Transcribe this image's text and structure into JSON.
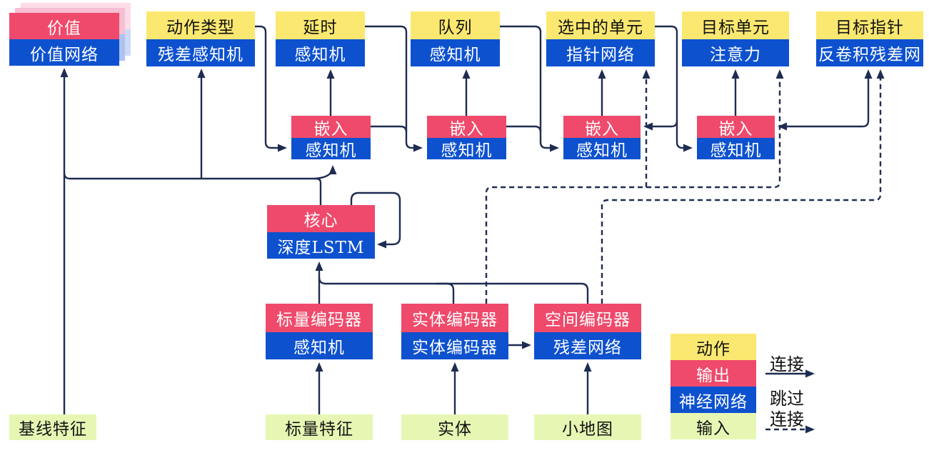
{
  "boxes": {
    "value": {
      "top": "价值",
      "bottom": "价值网络"
    },
    "action_type": {
      "top": "动作类型",
      "bottom": "残差感知机"
    },
    "delay": {
      "top": "延时",
      "bottom": "感知机"
    },
    "queue": {
      "top": "队列",
      "bottom": "感知机"
    },
    "selected_units": {
      "top": "选中的单元",
      "bottom": "指针网络"
    },
    "target_unit": {
      "top": "目标单元",
      "bottom": "注意力"
    },
    "target_point": {
      "top": "目标指针",
      "bottom": "反卷积残差网"
    },
    "embed": {
      "top": "嵌入",
      "bottom": "感知机"
    },
    "core": {
      "top": "核心",
      "bottom": "深度LSTM"
    },
    "scalar_encoder": {
      "top": "标量编码器",
      "bottom": "感知机"
    },
    "entity_encoder": {
      "top": "实体编码器",
      "bottom": "实体编码器"
    },
    "spatial_encoder": {
      "top": "空间编码器",
      "bottom": "残差网络"
    }
  },
  "inputs": {
    "baseline_features": "基线特征",
    "scalar_features": "标量特征",
    "entities": "实体",
    "minimap": "小地图"
  },
  "legend": {
    "action": "动作",
    "output": "输出",
    "neural_network": "神经网络",
    "input": "输入",
    "connection": "连接",
    "skip_line1": "跳过",
    "skip_line2": "连接"
  },
  "colors": {
    "action_yellow": "#fbe870",
    "output_pink": "#ef4a6b",
    "network_blue": "#0d51cf",
    "input_green": "#e6f7b4",
    "line_navy": "#1f2c52"
  }
}
